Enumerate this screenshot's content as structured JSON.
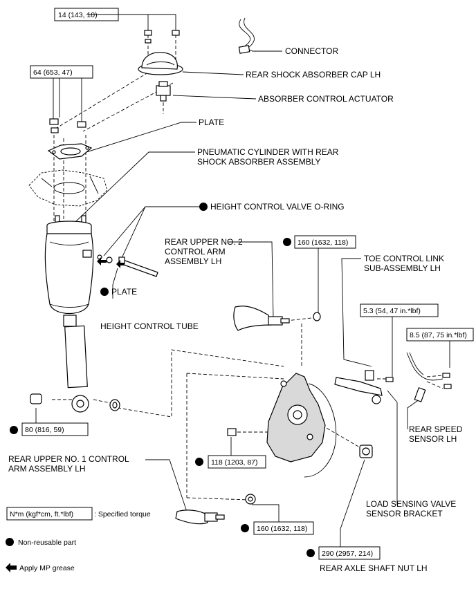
{
  "labels": {
    "connector": "CONNECTOR",
    "cap": "REAR SHOCK ABSORBER CAP LH",
    "actuator": "ABSORBER CONTROL ACTUATOR",
    "plate_top": "PLATE",
    "pneumatic_1": "PNEUMATIC CYLINDER WITH REAR",
    "pneumatic_2": "SHOCK ABSORBER ASSEMBLY",
    "oring": "HEIGHT CONTROL VALVE O-RING",
    "upper2_1": "REAR UPPER NO. 2",
    "upper2_2": "CONTROL ARM",
    "upper2_3": "ASSEMBLY LH",
    "plate_mid": "PLATE",
    "tube": "HEIGHT CONTROL TUBE",
    "toe_1": "TOE CONTROL LINK",
    "toe_2": "SUB-ASSEMBLY LH",
    "speed_1": "REAR SPEED",
    "speed_2": "SENSOR LH",
    "upper1_1": "REAR UPPER NO. 1 CONTROL",
    "upper1_2": "ARM ASSEMBLY LH",
    "lsv_1": "LOAD SENSING VALVE",
    "lsv_2": "SENSOR BRACKET",
    "nut": "REAR AXLE SHAFT NUT LH"
  },
  "torques": {
    "t14": "14 (143, 10)",
    "t64": "64 (653, 47)",
    "t160a": "160 (1632, 118)",
    "t53": "5.3 (54, 47 in.*lbf)",
    "t85": "8.5 (87, 75 in.*lbf)",
    "t80": "80 (816, 59)",
    "t118": "118 (1203, 87)",
    "t160b": "160 (1632, 118)",
    "t290": "290 (2957, 214)"
  },
  "legend": {
    "unit": "N*m (kgf*cm, ft.*lbf)",
    "unit_desc": ": Specified torque",
    "nonreusable": "Non-reusable part",
    "grease": "Apply MP grease"
  },
  "symbols": {
    "nonreusable_marker": "filled-circle-icon",
    "grease_marker": "arrow-left-icon"
  }
}
